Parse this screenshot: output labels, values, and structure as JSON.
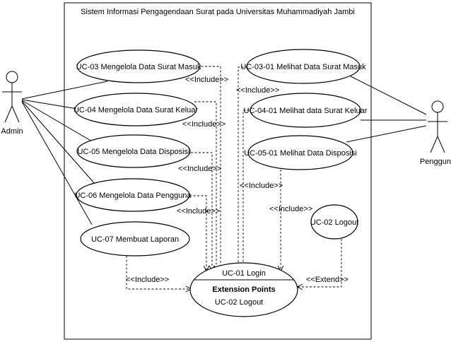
{
  "system_title": "Sistem Informasi Pengagendaan Surat pada Universitas Muhammadiyah Jambi",
  "actors": {
    "admin": "Admin",
    "pengguna": "Pengguna"
  },
  "use_cases": {
    "uc03": "UC-03 Mengelola Data Surat Masuk",
    "uc04": "UC-04 Mengelola Data Surat Keluar",
    "uc05": "UC-05 Mengelola Data Disposisi",
    "uc06": "UC-06 Mengelola Data Pengguna",
    "uc07": "UC-07 Membuat Laporan",
    "uc0301": "UC-03-01 Melihat Data Surat Masuk",
    "uc0401": "UC-04-01 Melihat data Surat Keluar",
    "uc0501": "UC-05-01 Melihat Data Disposisi",
    "uc02": "UC-02 Logout",
    "uc01": "UC-01 Login",
    "uc01_extension_heading": "Extension Points",
    "uc01_extension_point": "UC-02 Logout"
  },
  "relations": {
    "include": "<<Include>>",
    "extend": "<<Extend>>"
  }
}
